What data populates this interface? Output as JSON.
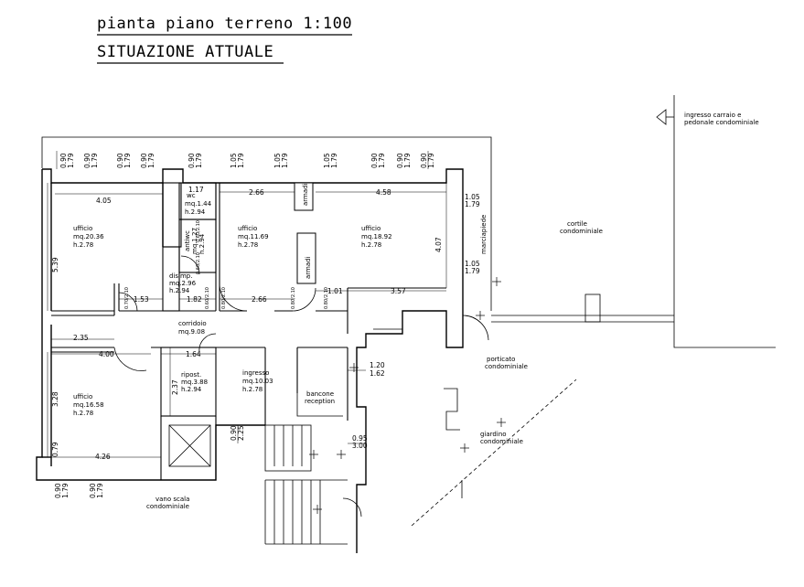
{
  "title": "pianta piano terreno 1:100",
  "subtitle": "SITUAZIONE ATTUALE",
  "rooms": {
    "ufficio_a": {
      "name": "ufficio",
      "area": "mq.20.36",
      "height": "h.2.78"
    },
    "wc": {
      "name": "wc",
      "area": "mq.1.44",
      "height": "h.2.94"
    },
    "antiwc": {
      "name": "antiwc",
      "area": "mq.1.27",
      "height": "h.2.94"
    },
    "ufficio_b": {
      "name": "ufficio",
      "area": "mq.11.69",
      "height": "h.2.78"
    },
    "ufficio_c": {
      "name": "ufficio",
      "area": "mq.18.92",
      "height": "h.2.78"
    },
    "disimp": {
      "name": "disimp.",
      "area": "mq.2.96",
      "height": "h.2.94"
    },
    "corridoio": {
      "name": "corridoio",
      "area": "mq.9.08"
    },
    "ufficio_d": {
      "name": "ufficio",
      "area": "mq.16.58",
      "height": "h.2.78"
    },
    "ripost": {
      "name": "ripost.",
      "area": "mq.3.88",
      "height": "h.2.94"
    },
    "ingresso": {
      "name": "ingresso",
      "area": "mq.10.03",
      "height": "h.2.78"
    }
  },
  "furniture": {
    "armadi_1": "armadi",
    "armadi_2": "armadi",
    "bancone": "bancone",
    "reception": "reception"
  },
  "external": {
    "ingresso_carraio_1": "ingresso carraio e",
    "ingresso_carraio_2": "pedonale condominiale",
    "cortile_1": "cortile",
    "cortile_2": "condominiale",
    "marciapiede": "marciapiede",
    "porticato_1": "porticato",
    "porticato_2": "condominiale",
    "giardino_1": "giardino",
    "giardino_2": "condominiale",
    "vano_1": "vano scala",
    "vano_2": "condominiale"
  },
  "dimensions": {
    "d405": "4.05",
    "d117": "1.17",
    "d266a": "2.66",
    "d458": "4.58",
    "d539": "5.39",
    "d407": "4.07",
    "d105r1": "1.05",
    "d179r1": "1.79",
    "d105r2": "1.05",
    "d179r2": "1.79",
    "d153": "1.53",
    "d182": "1.82",
    "d266b": "2.66",
    "d101": "1.01",
    "d357": "3.57",
    "d235": "2.35",
    "d400": "4.00",
    "d164": "1.64",
    "d120": "1.20",
    "d162": "1.62",
    "d237": "2.37",
    "d328": "3.28",
    "d426": "4.26",
    "d095": "0.95",
    "d300": "3.00",
    "d090v": "0.90",
    "d225v": "2.25",
    "d079": "0.79",
    "top090": "0.90",
    "top179": "1.79",
    "top105": "1.05",
    "bot090": "0.90",
    "bot179": "1.79",
    "small_v1": "0.60/2.10",
    "small_v2": "0.70/2.10",
    "small_v3": "0.80/2.10"
  }
}
